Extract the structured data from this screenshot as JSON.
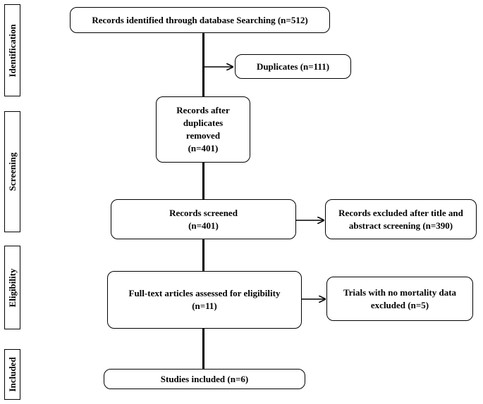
{
  "stages": {
    "identification": "Identification",
    "screening": "Screening",
    "eligibility": "Eligibility",
    "included": "Included"
  },
  "boxes": {
    "identified": "Records identified through database Searching (n=512)",
    "duplicates": "Duplicates (n=111)",
    "after_duplicates": "Records after\nduplicates\nremoved\n(n=401)",
    "screened": "Records screened\n(n=401)",
    "excluded_title": "Records excluded after title and\nabstract screening (n=390)",
    "fulltext": "Full-text articles assessed for eligibility\n(n=11)",
    "no_mortality": "Trials with no mortality data\nexcluded (n=5)",
    "included": "Studies included (n=6)"
  }
}
